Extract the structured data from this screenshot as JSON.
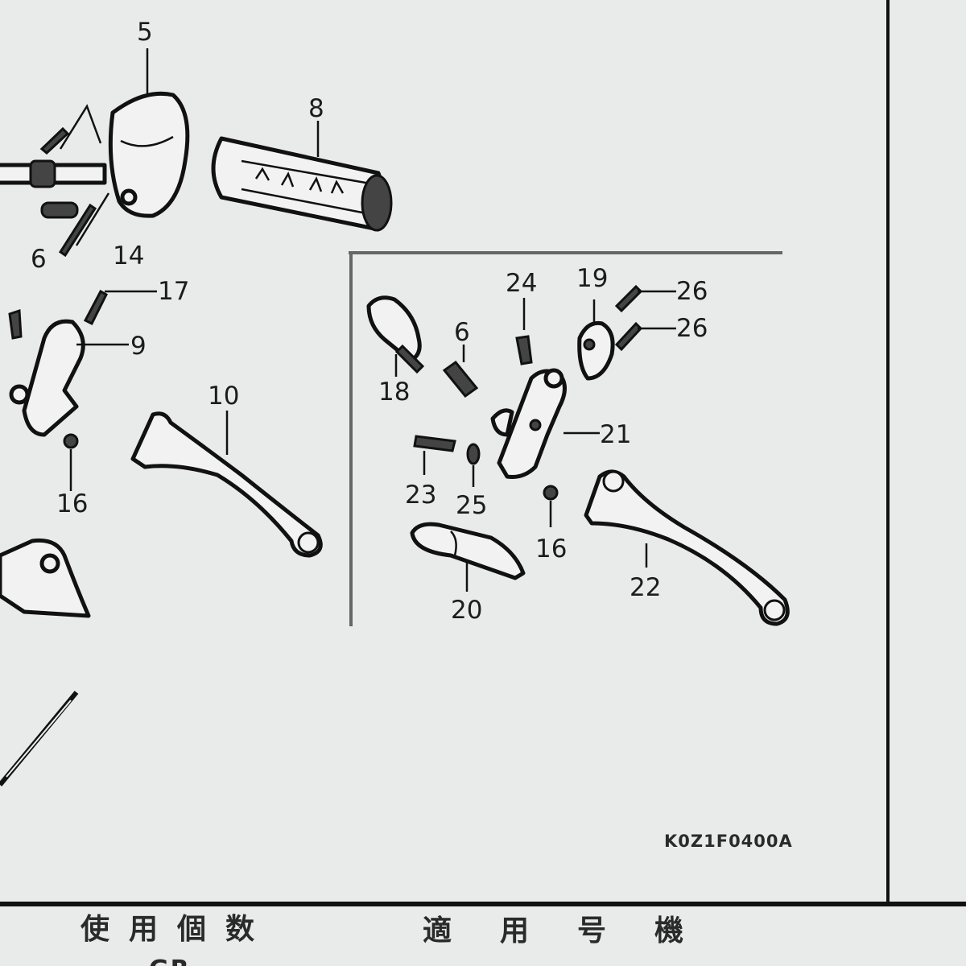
{
  "diagram": {
    "part_labels": [
      "5",
      "8",
      "6",
      "14",
      "17",
      "9",
      "10",
      "16",
      "24",
      "19",
      "26",
      "26",
      "6",
      "18",
      "21",
      "23",
      "25",
      "16",
      "20",
      "22"
    ],
    "drawing_code": "K0Z1F0400A",
    "footer": {
      "quantity_header": "使用個数",
      "quantity_value": "GR",
      "applicable_header": "適用号機"
    },
    "colors": {
      "paper": "#e9ebeb",
      "ink": "#111111"
    }
  }
}
